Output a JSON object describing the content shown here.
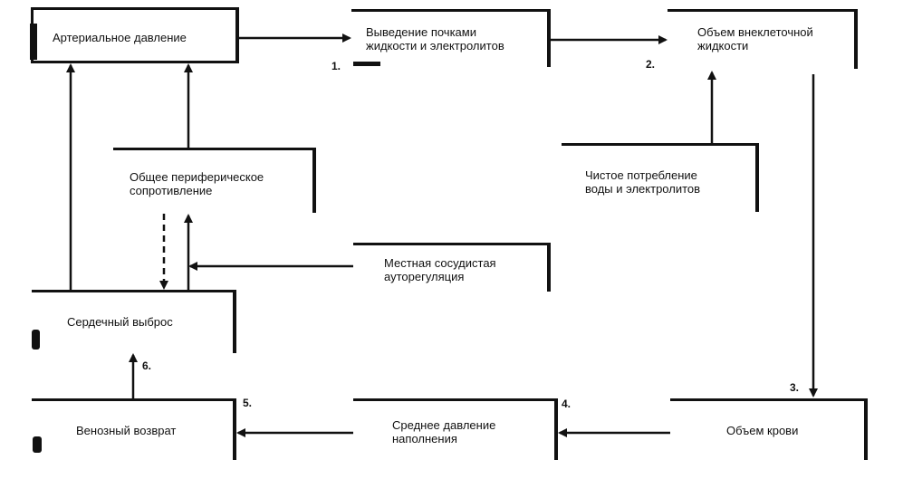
{
  "nodes": {
    "arterial": "Артериальное давление",
    "renal": [
      "Выведение почками",
      "жидкости и электролитов"
    ],
    "ecv": [
      "Объем внеклеточной",
      "жидкости"
    ],
    "tpr": [
      "Общее периферическое",
      "сопротивление"
    ],
    "intake": [
      "Чистое потребление",
      "воды и электролитов"
    ],
    "autoreg": [
      "Местная сосудистая",
      "ауторегуляция"
    ],
    "cardiac": "Сердечный выброс",
    "venous": "Венозный возврат",
    "msfp": [
      "Среднее давление",
      "наполнения"
    ],
    "blood": "Объем крови"
  },
  "steps": [
    "1.",
    "2.",
    "3.",
    "4.",
    "5.",
    "6."
  ]
}
